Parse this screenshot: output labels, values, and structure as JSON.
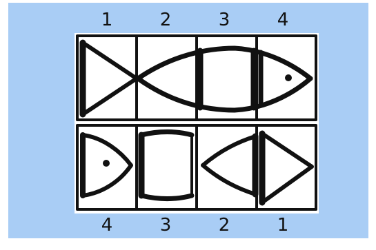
{
  "top_labels": [
    "1",
    "2",
    "3",
    "4"
  ],
  "bottom_labels": [
    "4",
    "3",
    "2",
    "1"
  ],
  "colors": {
    "background": "#a9cdf5",
    "paper": "#ffffff",
    "ink": "#111111"
  }
}
